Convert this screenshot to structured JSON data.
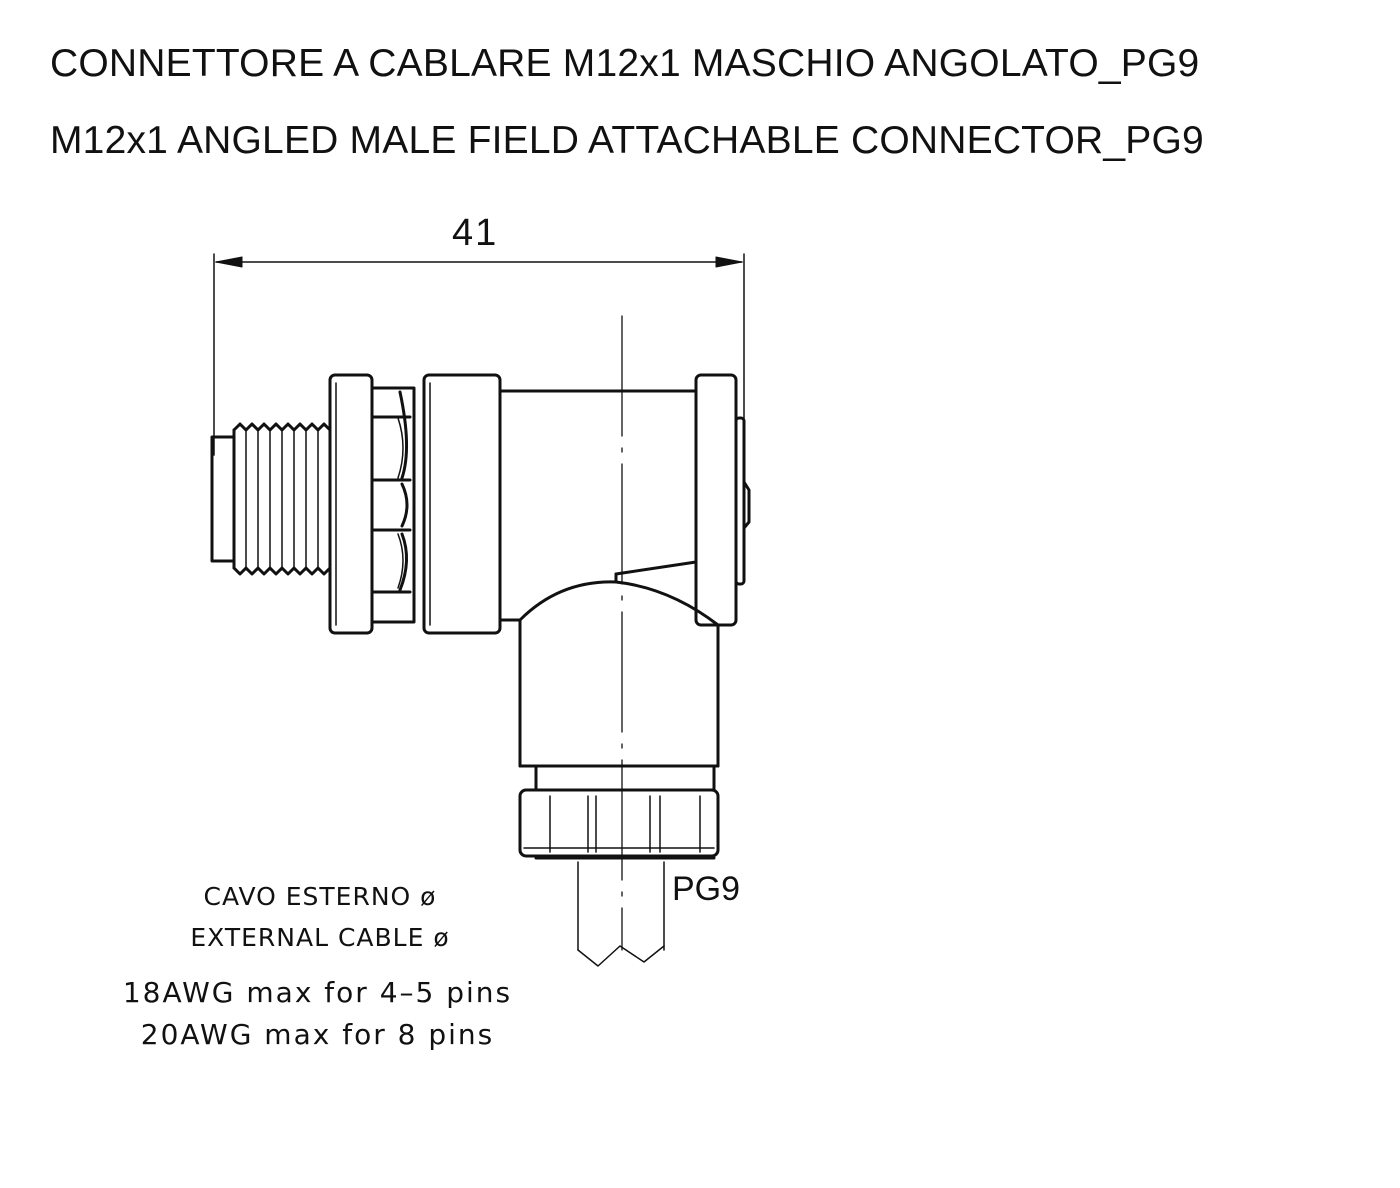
{
  "titles": {
    "italian": "CONNETTORE A CABLARE M12x1 MASCHIO ANGOLATO_PG9",
    "english": "M12x1 ANGLED MALE FIELD ATTACHABLE CONNECTOR_PG9"
  },
  "dimension": {
    "width_value": "41"
  },
  "gland_label": "PG9",
  "cable_notes": {
    "italian": "CAVO ESTERNO ø",
    "english": "EXTERNAL CABLE ø",
    "awg_line_1": "18AWG max for 4–5 pins",
    "awg_line_2": "20AWG max for 8 pins"
  },
  "colors": {
    "line": "#111111",
    "background": "#ffffff"
  }
}
